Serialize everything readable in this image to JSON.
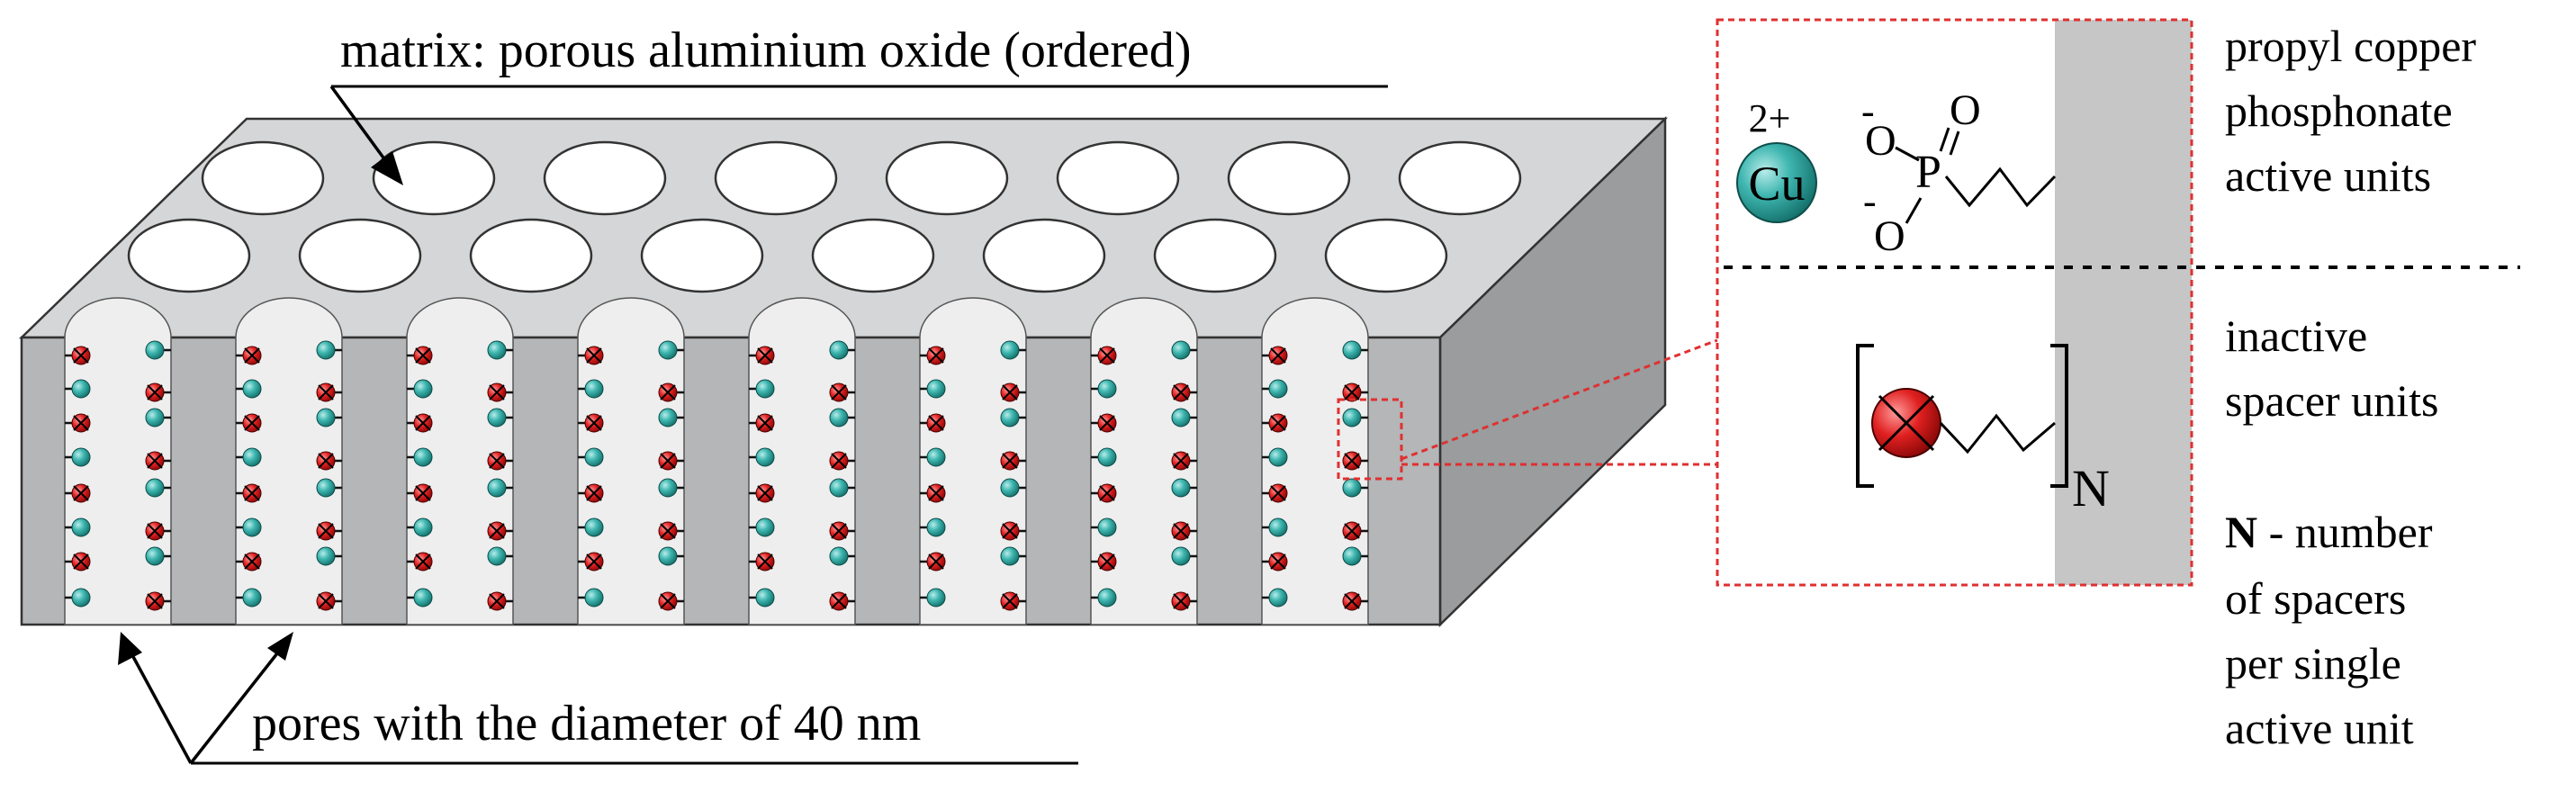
{
  "labels": {
    "matrix": "matrix: porous aluminium oxide (ordered)",
    "pores": "pores with the diameter of 40 nm",
    "active_line1": "propyl copper",
    "active_line2": "phosphonate",
    "active_line3": "active units",
    "inactive_line1": "inactive",
    "inactive_line2": "spacer units",
    "n_symbol": "N",
    "n_rest": " - number",
    "n_line2": "of spacers",
    "n_line3": "per single",
    "n_line4": "active unit"
  },
  "chemistry": {
    "charge": "2+",
    "copper": "Cu",
    "minus": "-",
    "oxygen": "O",
    "phosphorus": "P",
    "subscript_n": "N"
  },
  "colors": {
    "matrix_top": "#d4d6d7",
    "matrix_front": "#b4b6b8",
    "matrix_side": "#9a9c9e",
    "pore_interior": "#eeeeee",
    "copper_ion": "#3fb6b0",
    "spacer_ball": "#e02020",
    "callout_border": "#e03030",
    "slab": "#c6c6c6"
  }
}
